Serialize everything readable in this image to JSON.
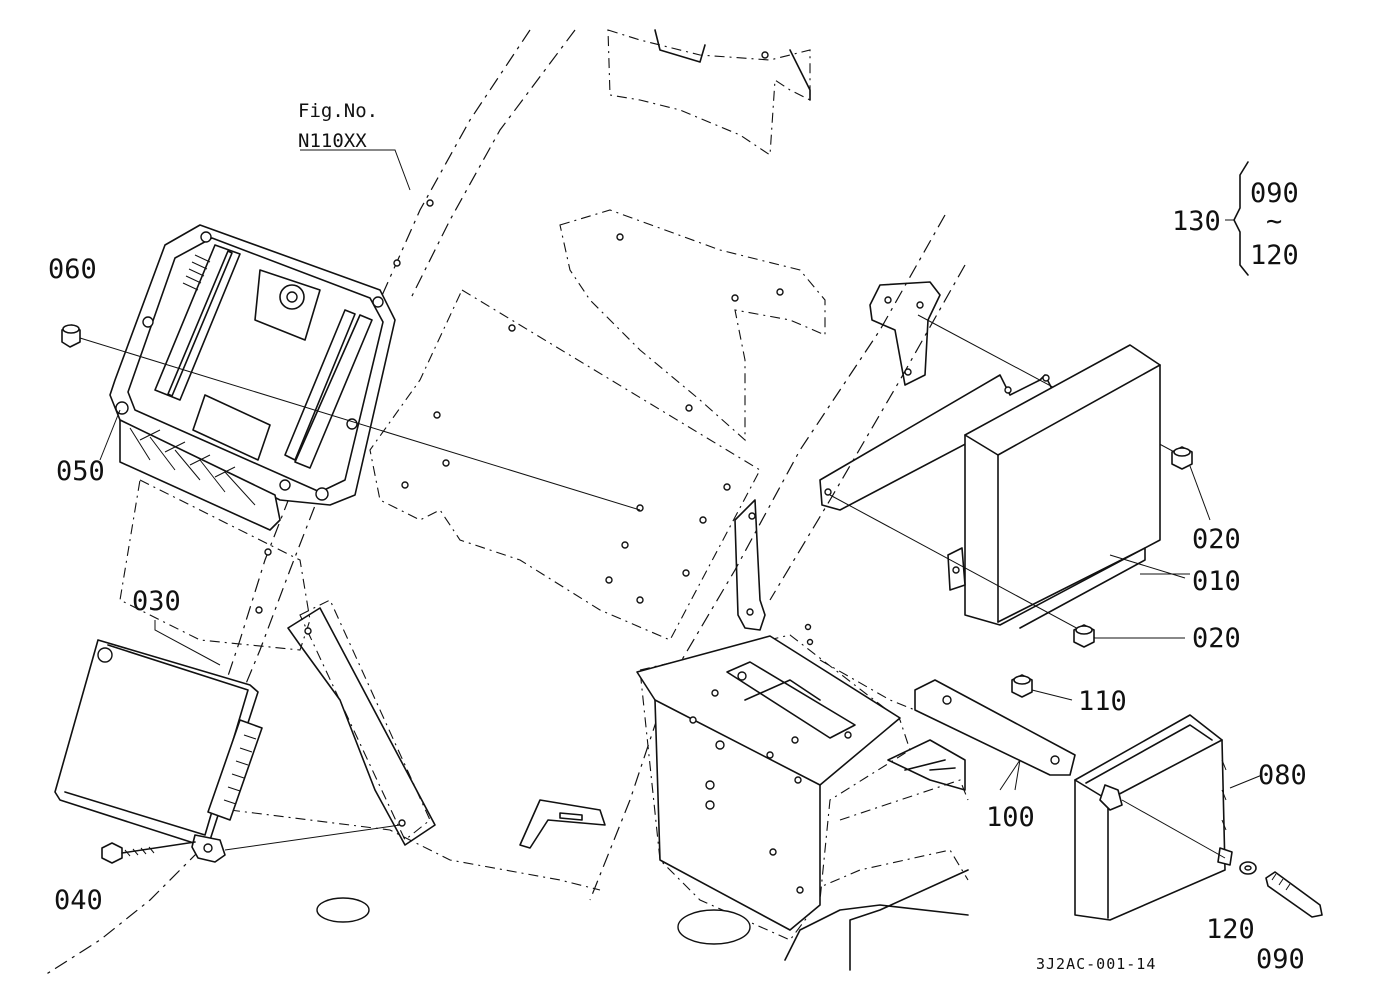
{
  "figure": {
    "fig_no_label": "Fig.No.",
    "fig_no_value": "N110XX",
    "drawing_code": "3J2AC-001-14"
  },
  "callouts": {
    "c010": "010",
    "c020a": "020",
    "c020b": "020",
    "c030": "030",
    "c040": "040",
    "c050": "050",
    "c060": "060",
    "c080": "080",
    "c090a": "090",
    "c090b": "090",
    "c100": "100",
    "c110": "110",
    "c120a": "120",
    "c120b": "120",
    "c130": "130",
    "range_sep": "~"
  }
}
